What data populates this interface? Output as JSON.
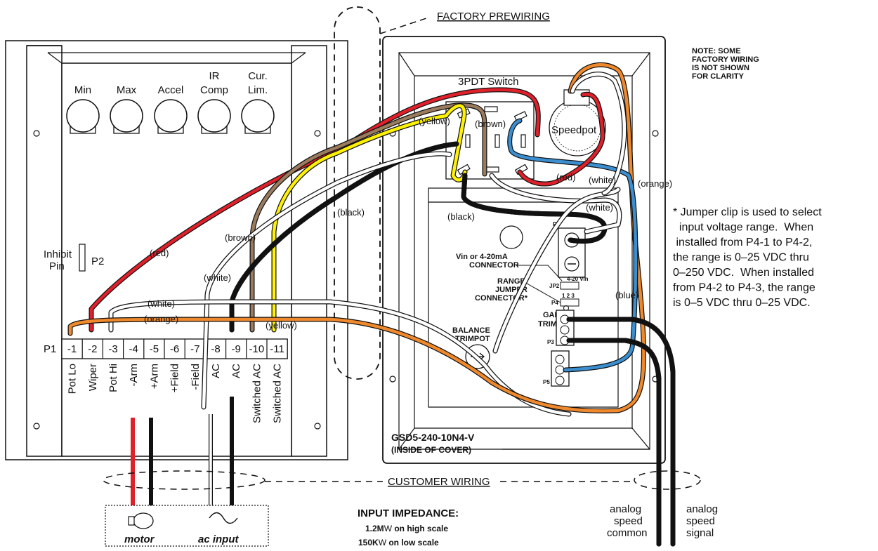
{
  "colors": {
    "red": "#e0202a",
    "orange": "#f0892c",
    "yellow": "#fff200",
    "brown": "#9a7b5d",
    "black": "#111111",
    "white": "#ffffff",
    "blue": "#3b8fd0",
    "outline": "#111111"
  },
  "header": {
    "factory_prewiring": "FACTORY PREWIRING",
    "note_lines": [
      "NOTE: SOME",
      "FACTORY WIRING",
      "IS NOT SHOWN",
      "FOR CLARITY"
    ]
  },
  "left_board": {
    "trimpots": [
      {
        "line1": "",
        "line2": "Min"
      },
      {
        "line1": "",
        "line2": "Max"
      },
      {
        "line1": "",
        "line2": "Accel"
      },
      {
        "line1": "IR",
        "line2": "Comp"
      },
      {
        "line1": "Cur.",
        "line2": "Lim."
      }
    ],
    "inhibit_lines": [
      "Inhibit",
      "Pin"
    ],
    "p2_label": "P2",
    "p1_label": "P1",
    "terminals": [
      "-1",
      "-2",
      "-3",
      "-4",
      "-5",
      "-6",
      "-7",
      "-8",
      "-9",
      "-10",
      "-11"
    ],
    "terminal_names": [
      "Pot Lo",
      "Wiper",
      "Pot Hi",
      "-Arm",
      "+Arm",
      "+Field",
      "-Field",
      "AC",
      "AC",
      "Switched AC",
      "Switched AC"
    ]
  },
  "right_cover": {
    "switch_label": "3PDT Switch",
    "speedpot_label": "Speedpot",
    "vin_lines": [
      "Vin or 4-20mA",
      "CONNECTOR"
    ],
    "range_lines": [
      "RANGE",
      "JUMPER",
      "CONNECTOR*"
    ],
    "gain_lines": [
      "GAIN",
      "TRIMPOT"
    ],
    "balance_lines": [
      "BALANCE",
      "TRIMPOT"
    ],
    "jp2_label": "JP2",
    "vin_header": "4-20 Vin",
    "p4_label": "P4",
    "p4_pins": "1  2  3",
    "p2_label": "P2",
    "p3_label": "P3",
    "p5_label": "P5",
    "model": "GSD5-240-10N4-V",
    "model_sub": "(INSIDE OF COVER)"
  },
  "wire_labels": {
    "red_left": "(red)",
    "white_left": "(white)",
    "brown_left": "(brown)",
    "black_left": "(black)",
    "white_mid": "(white)",
    "orange_mid": "(orange)",
    "yellow_mid": "(yellow)",
    "yellow_sw": "(yellow)",
    "brown_sw": "(brown)",
    "red_pot": "(red)",
    "white_pot": "(white)",
    "orange_right": "(orange)",
    "black_cov": "(black)",
    "white_cov": "(white)",
    "blue_cov": "(blue)"
  },
  "jumper_note": [
    "* Jumper clip is used to select",
    "  input voltage range.  When",
    " installed from P4-1 to P4-2,",
    "the range is 0–25 VDC thru",
    "0–250 VDC.  When installed",
    "from P4-2 to P4-3, the range",
    "is 0–5 VDC thru 0–25 VDC."
  ],
  "customer_wiring": "CUSTOMER WIRING",
  "input_impedance": {
    "title": "INPUT IMPEDANCE:",
    "high_value": "1.2M",
    "high_unit": "W",
    "high_suffix": " on high scale",
    "low_value": "150K",
    "low_unit": "W",
    "low_suffix": " on low scale"
  },
  "legend": {
    "motor": "motor",
    "ac_input": "ac input"
  },
  "analog_common": [
    "analog",
    "speed",
    "common"
  ],
  "analog_signal": [
    "analog",
    "speed",
    "signal"
  ]
}
